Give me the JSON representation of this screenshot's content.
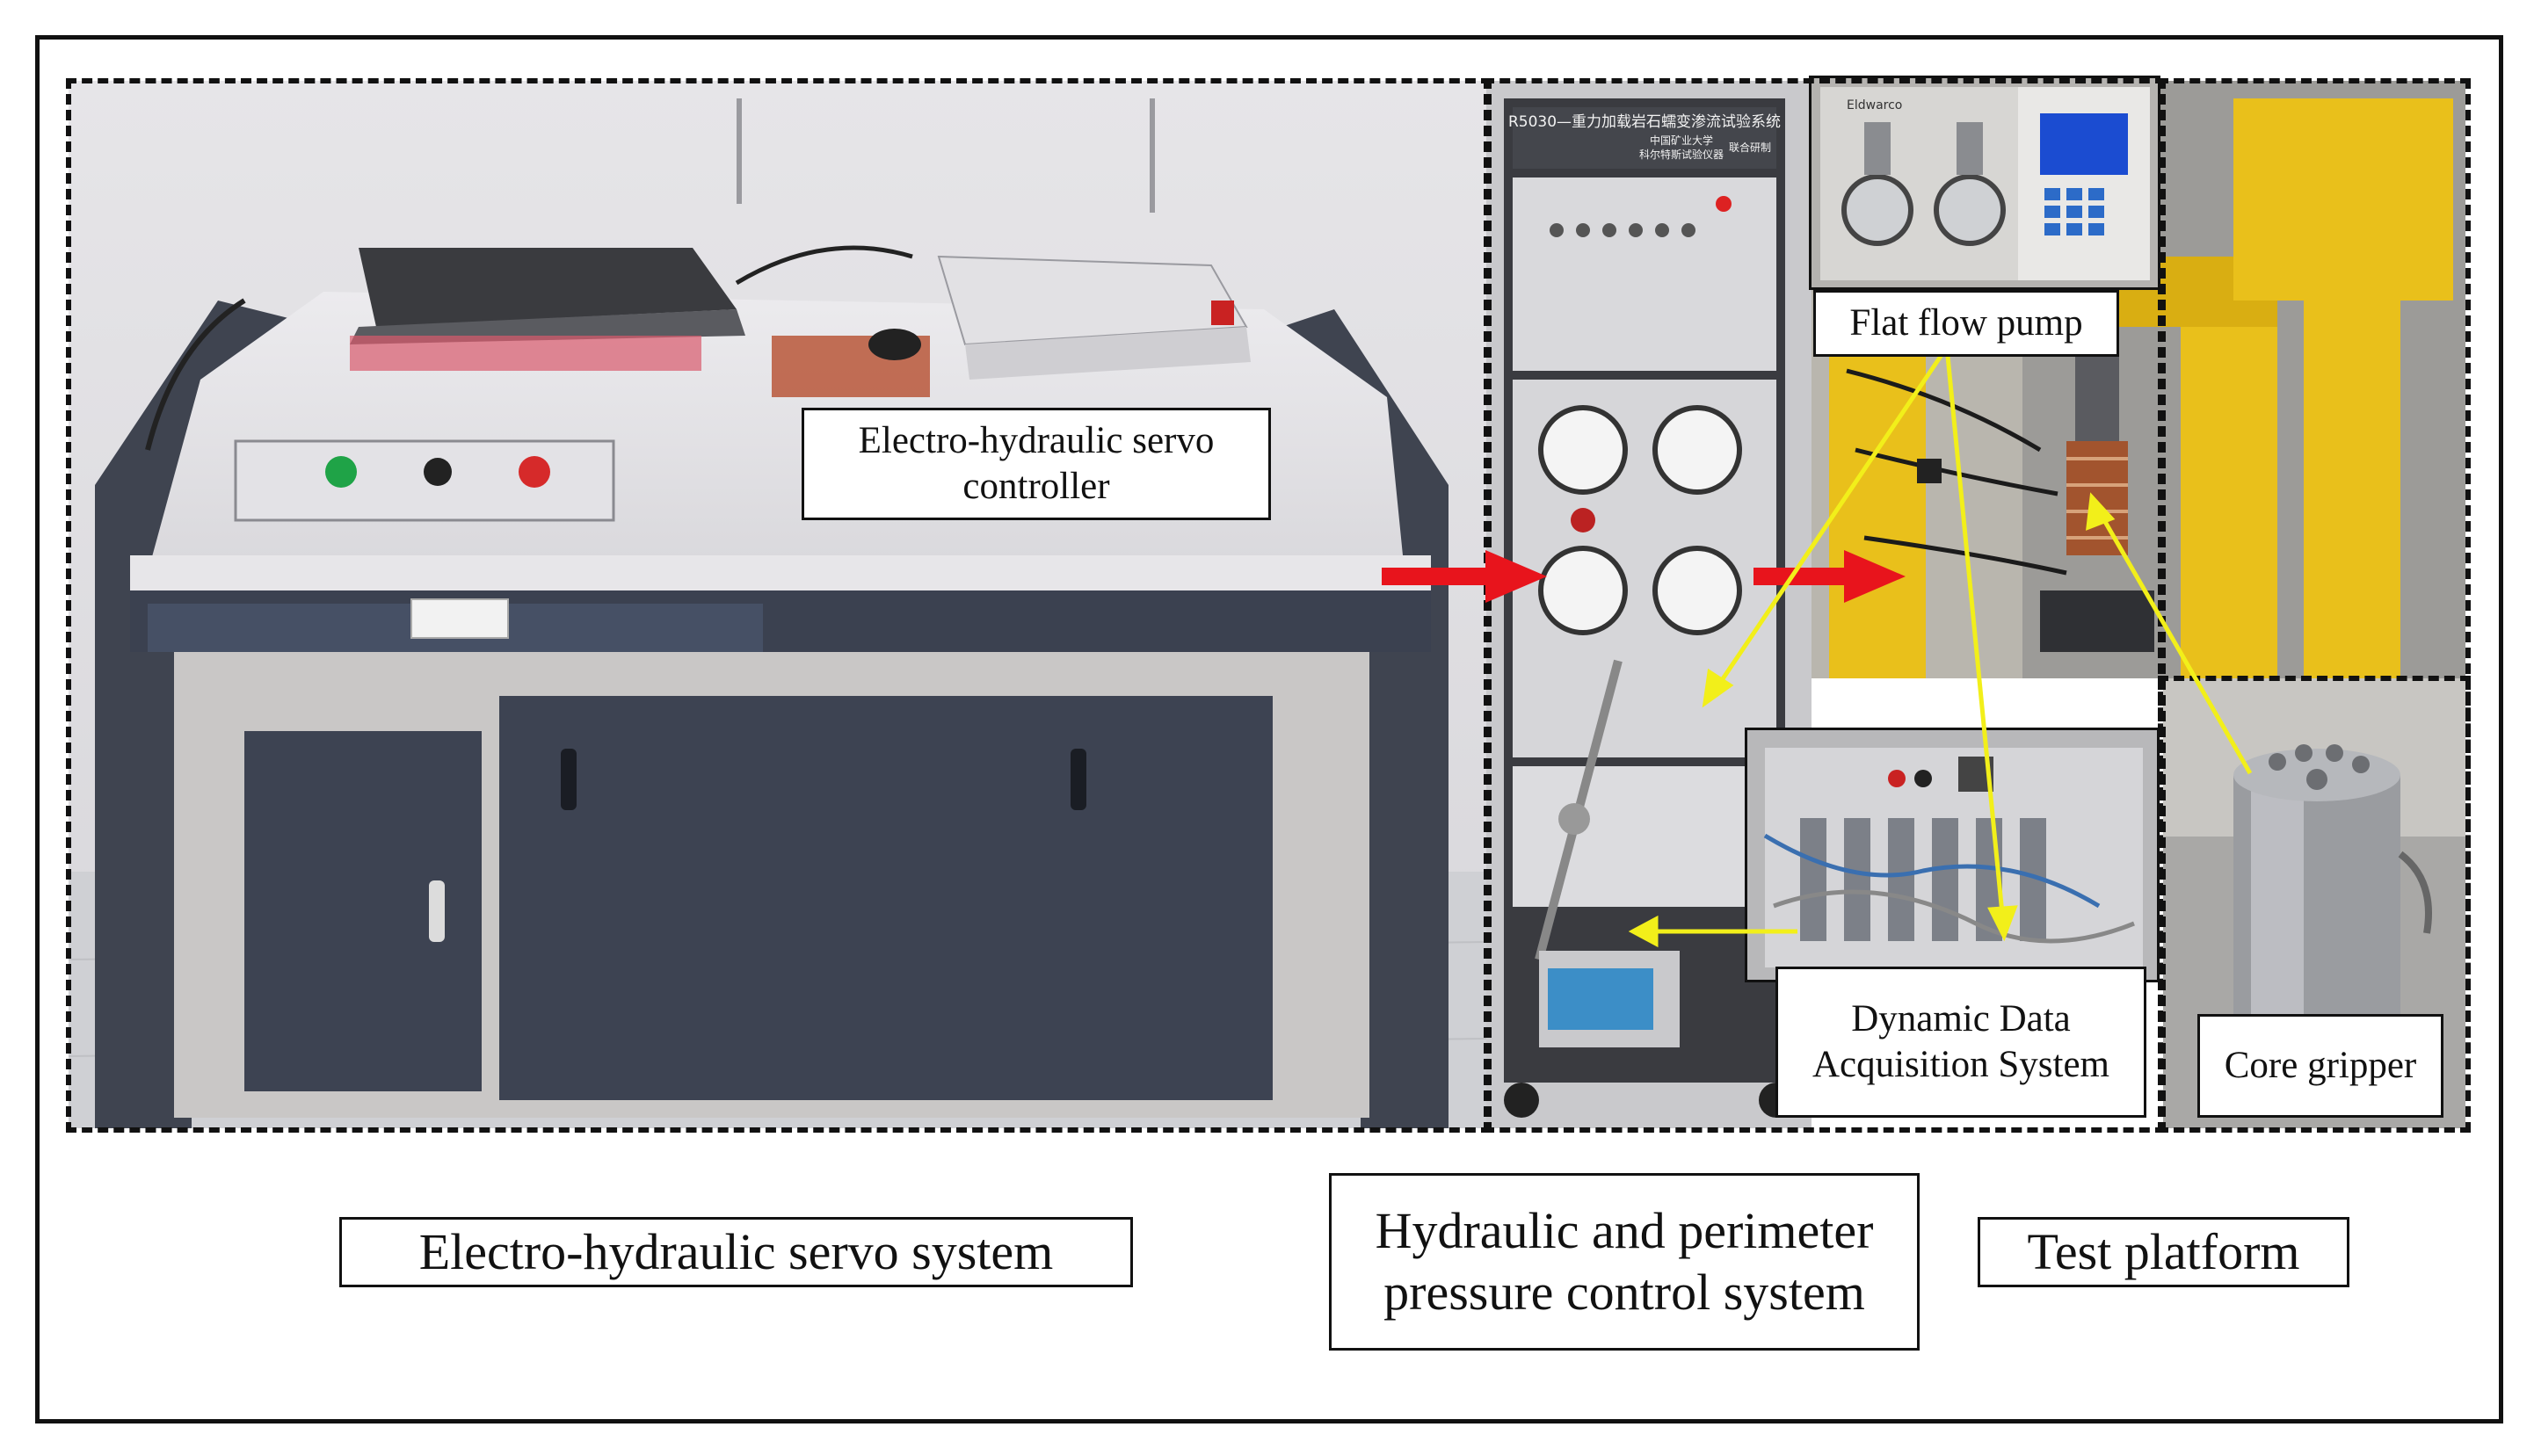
{
  "labels": {
    "servo_controller": [
      "Electro-hydraulic servo",
      "controller"
    ],
    "flat_flow_pump": "Flat flow pump",
    "dynamic_data": [
      "Dynamic Data",
      "Acquisition System"
    ],
    "core_gripper": "Core gripper",
    "electro_system": "Electro-hydraulic servo system",
    "hydraulic_system": [
      "Hydraulic and perimeter",
      "pressure control system"
    ],
    "test_platform": "Test platform"
  },
  "panel_text": {
    "rack_title": "R5030—重力加载岩石蠕变渗流试验系统",
    "rack_org_1": "中国矿业大学",
    "rack_org_2": "科尔特斯试验仪器",
    "rack_org_3": "联合研制",
    "pump_brand": "Eldwarco"
  },
  "colors": {
    "flow_arrow": "#e8141c",
    "pointer_arrow": "#f2ef1a",
    "machine_yellow": "#e9c01b"
  }
}
